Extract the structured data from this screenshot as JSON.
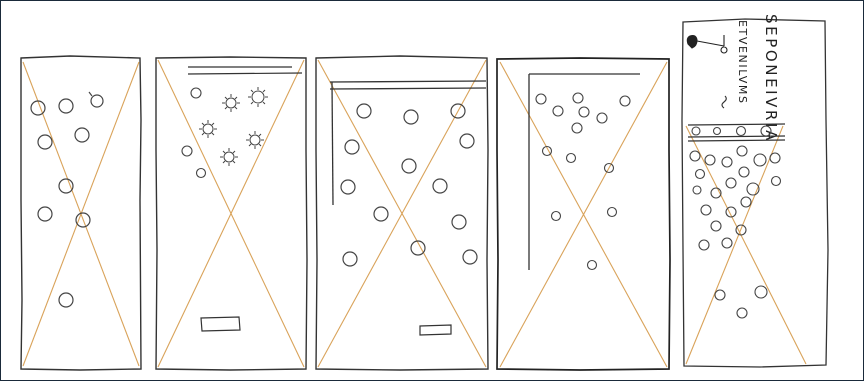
{
  "panels": [
    {
      "id": "panel-1"
    },
    {
      "id": "panel-2"
    },
    {
      "id": "panel-3"
    },
    {
      "id": "panel-4"
    },
    {
      "id": "panel-5",
      "handwritten_text": "SEPONEIVRIA ETVENILVMS"
    }
  ],
  "colors": {
    "frame": "#1a2a3a",
    "outline": "#333333",
    "cross": "#d9a35a",
    "circle": "#444444"
  }
}
